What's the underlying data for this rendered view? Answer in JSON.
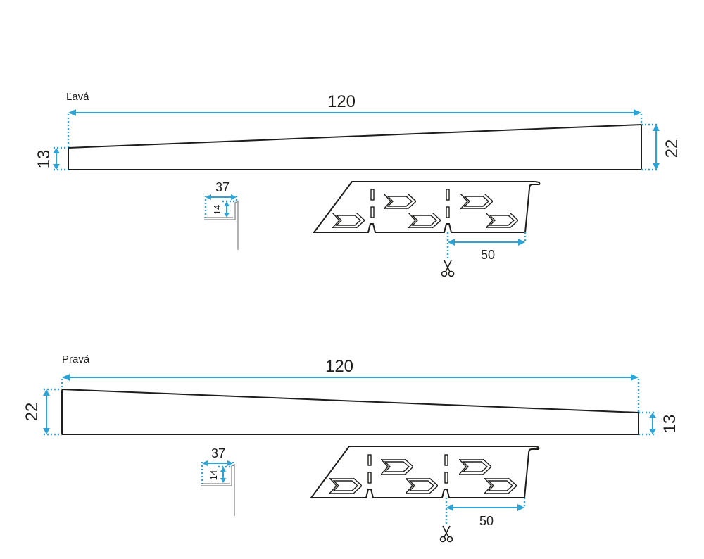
{
  "panels": [
    {
      "title": "Ľavá",
      "length_label": "120",
      "left_height_label": "13",
      "right_height_label": "22",
      "profile_width_label": "37",
      "profile_height_label": "14",
      "tab_spacing_label": "50"
    },
    {
      "title": "Pravá",
      "length_label": "120",
      "left_height_label": "22",
      "right_height_label": "13",
      "profile_width_label": "37",
      "profile_height_label": "14",
      "tab_spacing_label": "50"
    }
  ],
  "icons": {
    "cut": "scissors-icon"
  },
  "colors": {
    "dimension": "#2ea3d5",
    "outline": "#1d1d1b"
  }
}
